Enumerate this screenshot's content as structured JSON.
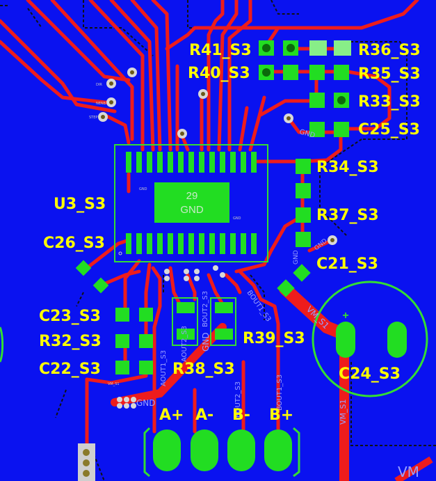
{
  "colors": {
    "background": "#0a12f0",
    "trace": "#ee1c1c",
    "pad": "#22dd22",
    "silkscreen_outline": "#33dd33",
    "designator": "#ffff00",
    "via": "#d8d8d8"
  },
  "designators": {
    "r41": "R41_S3",
    "r36": "R36_S3",
    "r40": "R40_S3",
    "r35": "R35_S3",
    "r33": "R33_S3",
    "c25": "C25_S3",
    "r34": "R34_S3",
    "u3": "U3_S3",
    "r37": "R37_S3",
    "c26": "C26_S3",
    "c21": "C21_S3",
    "c23": "C23_S3",
    "r32": "R32_S3",
    "r39": "R39_S3",
    "c22": "C22_S3",
    "r38": "R38_S3",
    "c24": "C24_S3"
  },
  "connector_labels": {
    "a_plus": "A+",
    "a_minus": "A-",
    "b_minus": "B-",
    "b_plus": "B+"
  },
  "pad_labels": {
    "u3_pad_number": "29",
    "u3_pad_net": "GND"
  },
  "net_labels": {
    "gnd_1": "GND",
    "gnd_2": "GND",
    "gnd_3": "GND",
    "gnd_4": "GND",
    "gnd_5": "GND",
    "vm_s1": "VM_S1",
    "vm_s1_vertical": "VM_S1",
    "aout1": "AOUT1_S3",
    "aout2": "AOUT2_S3",
    "bout2": "BOUT2_S3",
    "bout2_b": "BOUT2_S3",
    "bout1": "BOUT1_S3",
    "bout1_b": "BOUT1_S3",
    "vm_corner": "VM"
  },
  "polarity_mark": "+"
}
